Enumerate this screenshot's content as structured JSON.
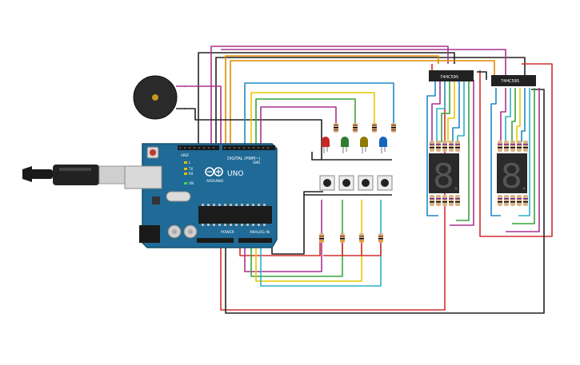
{
  "board": {
    "brand": "ARDUINO",
    "model": "UNO",
    "digital_label": "DIGITAL (PWM~)",
    "power_label": "POWER",
    "analog_label": "ANALOG IN",
    "tx_label": "TX",
    "rx_label": "RX",
    "l_label": "L",
    "on_label": "ON",
    "aref_label": "AREF",
    "gnd_label": "GND"
  },
  "chips": {
    "left_label": "74HC595",
    "right_label": "74HC595"
  },
  "displays": {
    "left_digit": "8",
    "right_digit": "8"
  },
  "colors": {
    "board": "#1f6a96",
    "board_edge": "#15506f",
    "header": "#1b1b1b",
    "wire_red": "#d32f2f",
    "wire_black": "#222222",
    "wire_magenta": "#a8328f",
    "wire_orange": "#e08a00",
    "wire_yellow": "#e6c800",
    "wire_green": "#3aa33a",
    "wire_blue": "#1e88c8",
    "wire_cyan": "#2bb0c9",
    "led_red": "#c62828",
    "led_green": "#2e7d32",
    "led_yellow": "#8d7a00",
    "led_blue": "#1565c0"
  }
}
